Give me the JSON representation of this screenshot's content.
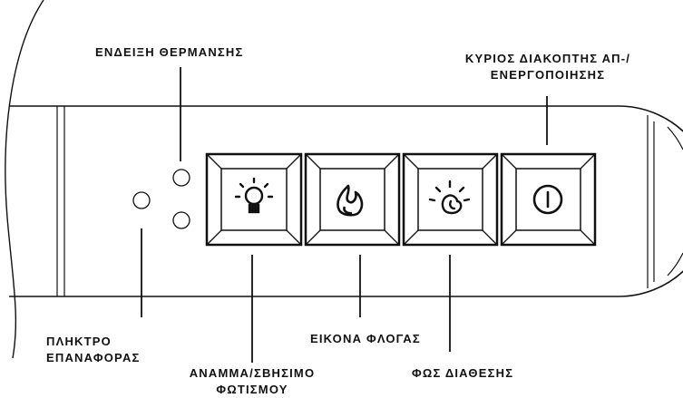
{
  "labels": {
    "heating_indicator": "ΕΝΔΕΙΞΗ ΘΕΡΜΑΝΣΗΣ",
    "main_switch_line1": "ΚΥΡΙΟΣ ΔΙΑΚΟΠΤΗΣ ΑΠ-/",
    "main_switch_line2": "ΕΝΕΡΓΟΠΟΙΗΣΗΣ",
    "reset_line1": "ΠΛΗΚΤΡΟ",
    "reset_line2": "ΕΠΑΝΑΦΟΡΑΣ",
    "light_line1": "ΑΝΑΜΜΑ/ΣΒΗΣΙΜΟ",
    "light_line2": "ΦΩΤΙΣΜΟΥ",
    "flame": "ΕΙΚΟΝΑ ΦΛΟΓΑΣ",
    "mood_light": "ΦΩΣ ΔΙΑΘΕΣΗΣ"
  },
  "buttons": [
    {
      "name": "light-toggle-button",
      "icon": "bulb-icon"
    },
    {
      "name": "flame-button",
      "icon": "flame-icon"
    },
    {
      "name": "mood-light-button",
      "icon": "mood-light-icon"
    },
    {
      "name": "power-button",
      "icon": "power-icon"
    }
  ],
  "colors": {
    "ink": "#111111",
    "background": "#ffffff"
  }
}
